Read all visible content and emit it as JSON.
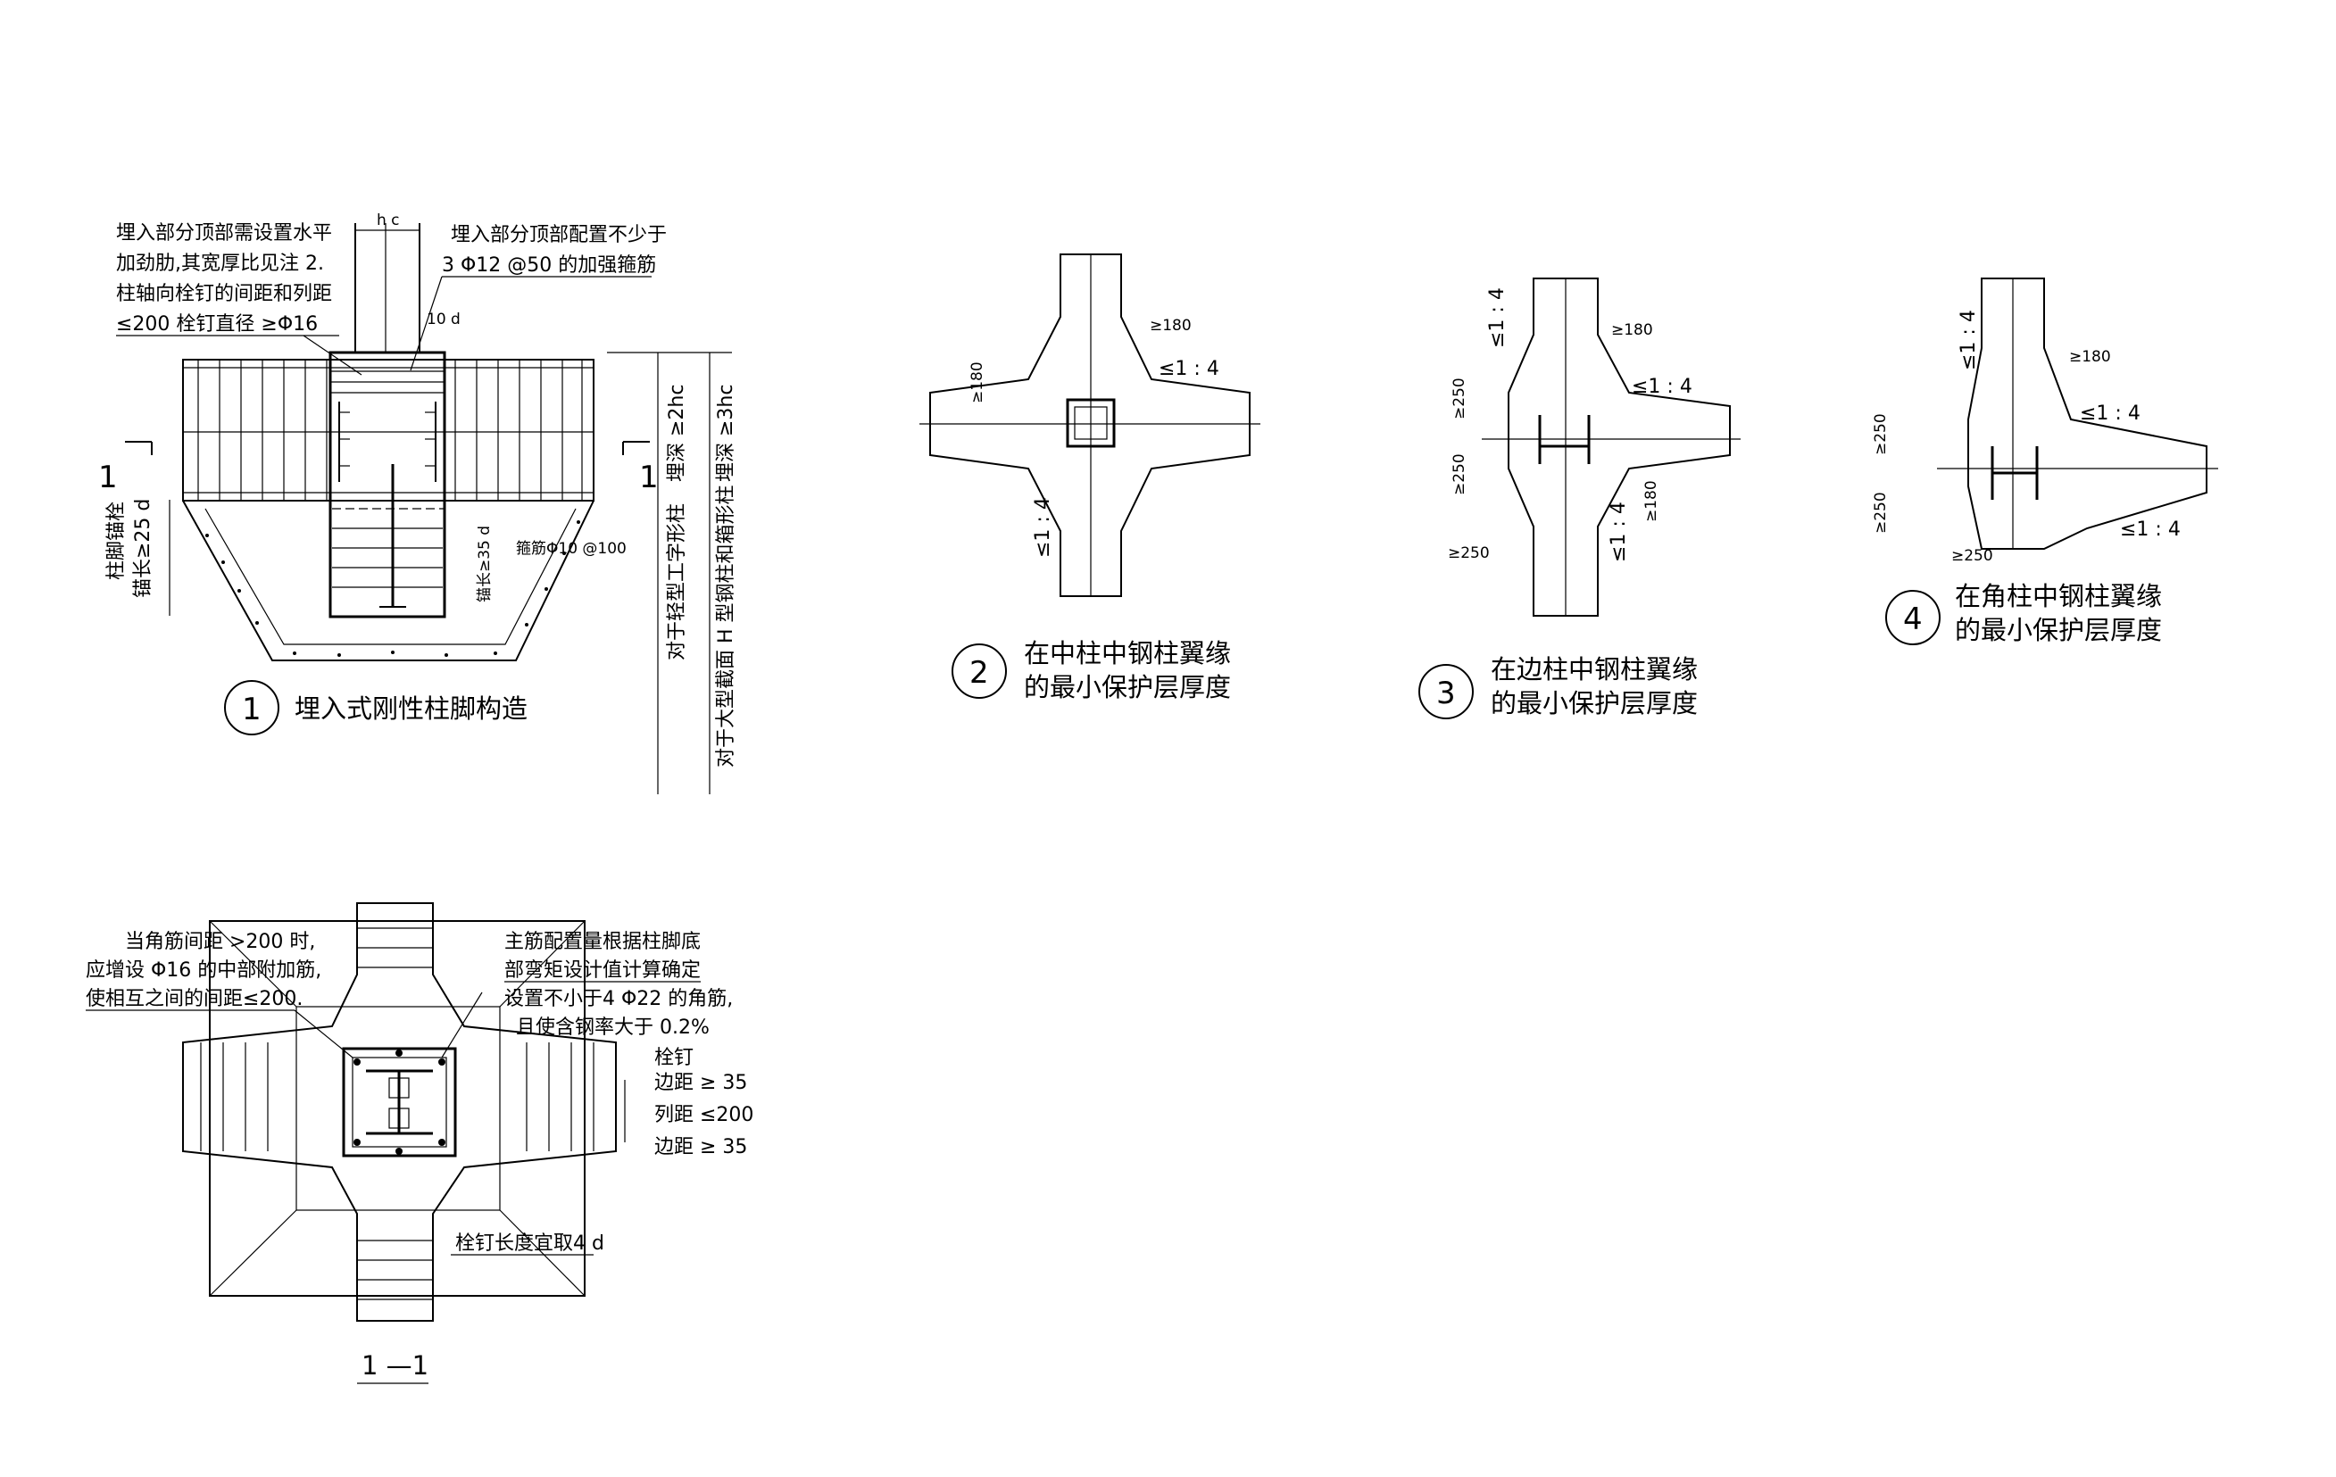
{
  "detail1": {
    "number": "1",
    "title": "埋入式刚性柱脚构造",
    "dim_hc": "h c",
    "note_stiffener": [
      "埋入部分顶部需设置水平",
      "加劲肋,其宽厚比见注 2."
    ],
    "note_stud": [
      "柱轴向栓钉的间距和列距",
      "≤200  栓钉直径 ≥Φ16"
    ],
    "note_stirrup": [
      "埋入部分顶部配置不少于",
      "3 Φ12  @50  的加强箍筋"
    ],
    "dim_10d": "10 d",
    "anchor_label": [
      "柱脚锚栓",
      "锚长≥25 d"
    ],
    "stirrup_label": "箍筋Φ10 @100",
    "anchor_35d": "锚长≥35 d",
    "depth_2hc": "埋深 ≥2hc",
    "depth_3hc": "埋深 ≥3hc",
    "note_light": "对于轻型工字形柱",
    "note_heavy": "对于大型截面 H 型钢柱和箱形柱",
    "section_mark": "1"
  },
  "detail2": {
    "number": "2",
    "title": [
      "在中柱中钢柱翼缘",
      "的最小保护层厚度"
    ],
    "dim_180": "≥180",
    "slope": "≤1 : 4"
  },
  "detail3": {
    "number": "3",
    "title": [
      "在边柱中钢柱翼缘",
      "的最小保护层厚度"
    ],
    "dim_180": "≥180",
    "dim_250": "≥250",
    "slope": "≤1 : 4"
  },
  "detail4": {
    "number": "4",
    "title": [
      "在角柱中钢柱翼缘",
      "的最小保护层厚度"
    ],
    "dim_180": "≥180",
    "dim_250": "≥250",
    "slope": "≤1 : 4"
  },
  "section11": {
    "title": "1 —1",
    "note_corner": [
      "当角筋间距 >200  时,",
      "应增设 Φ16  的中部附加筋,",
      "使相互之间的间距≤200."
    ],
    "note_main": [
      "主筋配置量根据柱脚底",
      "部弯矩设计值计算确定"
    ],
    "note_angle": [
      "设置不小于4 Φ22  的角筋,",
      "且使含钢率大于 0.2%"
    ],
    "stud": "栓钉",
    "edge1": "边距 ≥ 35",
    "row": "列距 ≤200",
    "edge2": "边距 ≥ 35",
    "stud_len": "栓钉长度宜取4 d"
  }
}
